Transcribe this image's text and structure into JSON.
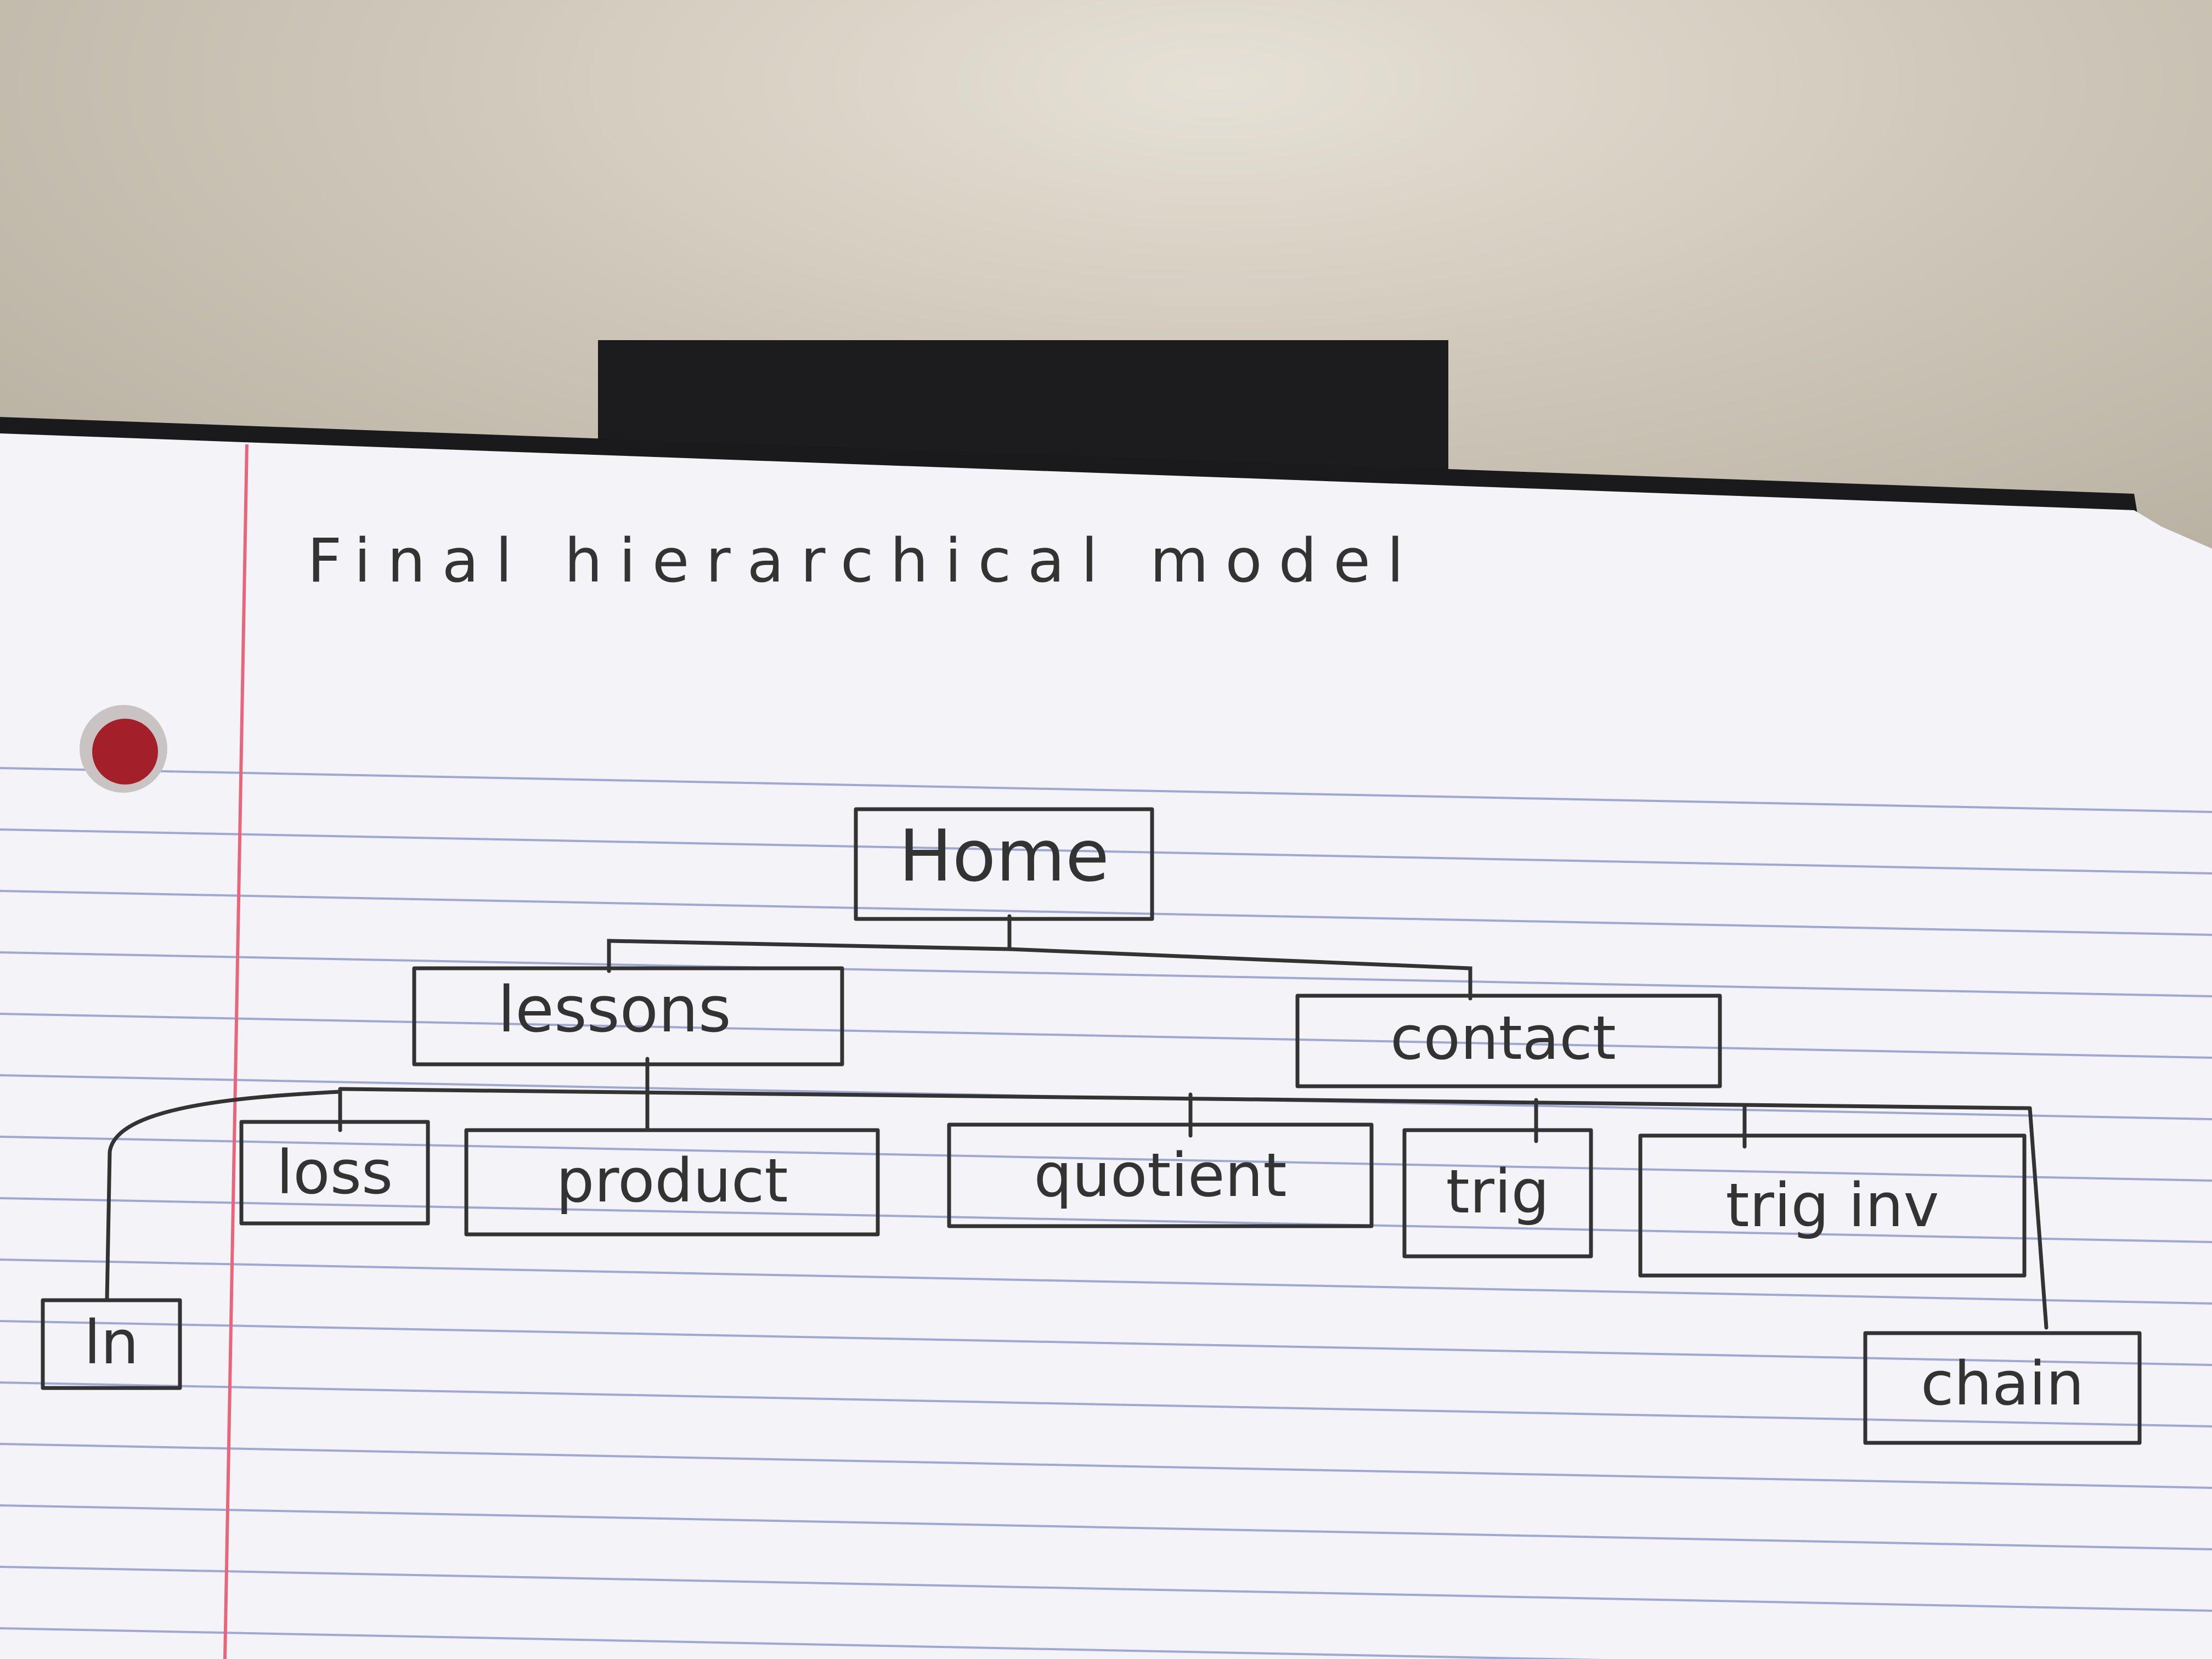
{
  "page": {
    "title": "Final hierarchical model"
  },
  "diagram": {
    "root": "Home",
    "level1": [
      "lessons",
      "contact"
    ],
    "lessons_children": [
      "ln",
      "loss",
      "product",
      "quotient",
      "trig",
      "trig inv",
      "chain"
    ]
  },
  "colors": {
    "paper": "#f4f4f8",
    "rule_line": "#9fa8d4",
    "margin_line": "#e8667a",
    "pencil": "#333333",
    "wall": "#cfc8ba",
    "frame": "#1c1b1d"
  }
}
